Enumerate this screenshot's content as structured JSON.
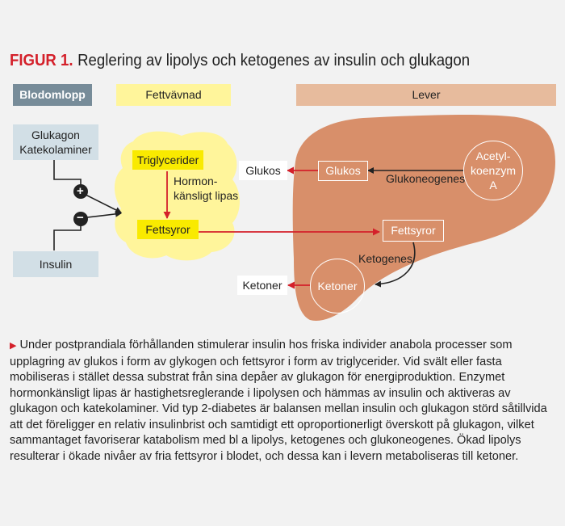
{
  "figure": {
    "label": "FIGUR 1.",
    "title": "Reglering av lipolys och ketogenes av insulin och glukagon"
  },
  "columns": {
    "blodomlopp": "Blodomlopp",
    "fettvavnad": "Fettvävnad",
    "lever": "Lever"
  },
  "blood": {
    "glucagon_line1": "Glukagon",
    "glucagon_line2": "Katekolaminer",
    "insulin": "Insulin",
    "plus_sign": "+",
    "minus_sign": "−"
  },
  "fat": {
    "triglycerider": "Triglycerider",
    "enzyme_line1": "Hormon-",
    "enzyme_line2": "känsligt lipas",
    "fettsyror": "Fettsyror"
  },
  "liver": {
    "glukos": "Glukos",
    "glukoneogenes": "Glukoneogenes",
    "acetyl_line1": "Acetyl-",
    "acetyl_line2": "koenzym",
    "acetyl_line3": "A",
    "fettsyror": "Fettsyror",
    "ketogenes": "Ketogenes",
    "ketoner": "Ketoner"
  },
  "outputs": {
    "glukos": "Glukos",
    "ketoner": "Ketoner"
  },
  "description": "Under postprandiala förhållanden stimulerar insulin hos friska individer anabola processer som upplagring av glukos i form av glykogen och fettsyror i form av triglycerider. Vid svält eller fasta mobiliseras i stället dessa substrat från sina depåer av glukagon för energiproduktion. Enzymet hormonkänsligt lipas är hastighetsreglerande i lipolysen och hämmas av insulin och aktiveras av glukagon och katekolaminer. Vid typ 2-diabetes är balansen mellan insulin och glukagon störd såtillvida att det föreligger en relativ insulinbrist och samtidigt ett oproportio­nerligt överskott på glukagon, vilket sammantaget favoriserar katabolism med bl a lipolys, ketogenes och glukoneogenes. Ökad lipolys resulterar i ökade nivåer av fria fettsyror i blodet, och dessa kan i levern metaboliseras till ketoner.",
  "colors": {
    "accent_red": "#d4202a",
    "liver": "#d88f6a",
    "fat_yellow": "#fff59b",
    "blood_header": "#778c99",
    "blood_box": "#d2dfe6"
  }
}
